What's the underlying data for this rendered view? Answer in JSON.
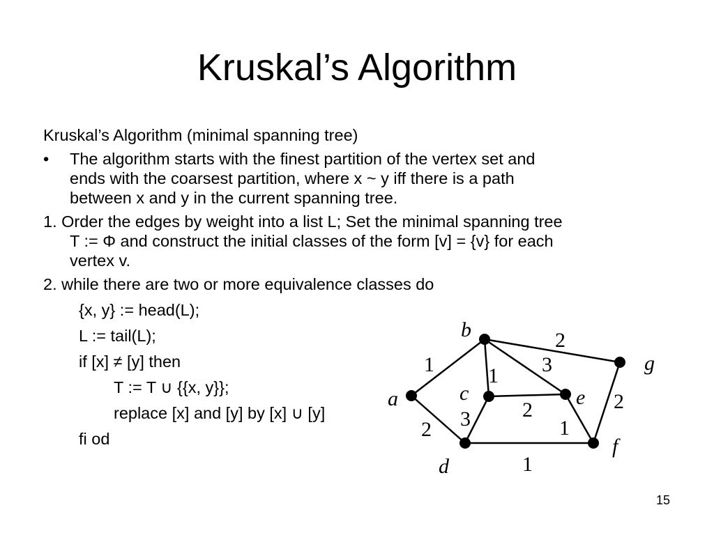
{
  "slide": {
    "title": "Kruskal’s Algorithm",
    "subtitle": "Kruskal’s Algorithm (minimal spanning tree)",
    "bullet_mark": "•",
    "bullet": [
      "The algorithm starts with the finest partition of the vertex set and",
      "ends with the coarsest partition, where x ~ y iff there is a path",
      "between x and y in the current spanning tree."
    ],
    "step1": [
      "1. Order the edges by weight into a list L; Set the minimal spanning tree",
      "T := Φ and construct the initial classes of the form [v] = {v} for each",
      "vertex v."
    ],
    "step2": "2. while there are two or more equivalence classes do",
    "code": [
      "{x, y} := head(L);",
      "L := tail(L);",
      "if [x] ≠ [y] then",
      "T := T ∪ {{x, y}};",
      "replace [x] and [y] by [x] ∪ [y]",
      "fi od"
    ],
    "page_number": "15"
  },
  "graph": {
    "vertices": [
      "a",
      "b",
      "c",
      "d",
      "e",
      "f",
      "g"
    ],
    "edges": [
      {
        "from": "a",
        "to": "b",
        "weight": "1"
      },
      {
        "from": "a",
        "to": "d",
        "weight": "2"
      },
      {
        "from": "b",
        "to": "c",
        "weight": "1"
      },
      {
        "from": "b",
        "to": "e",
        "weight": "3"
      },
      {
        "from": "b",
        "to": "g",
        "weight": "2"
      },
      {
        "from": "c",
        "to": "e",
        "weight": "2"
      },
      {
        "from": "c",
        "to": "d",
        "weight": "3"
      },
      {
        "from": "d",
        "to": "f",
        "weight": "1"
      },
      {
        "from": "e",
        "to": "f",
        "weight": "1"
      },
      {
        "from": "g",
        "to": "f",
        "weight": "2"
      }
    ]
  }
}
